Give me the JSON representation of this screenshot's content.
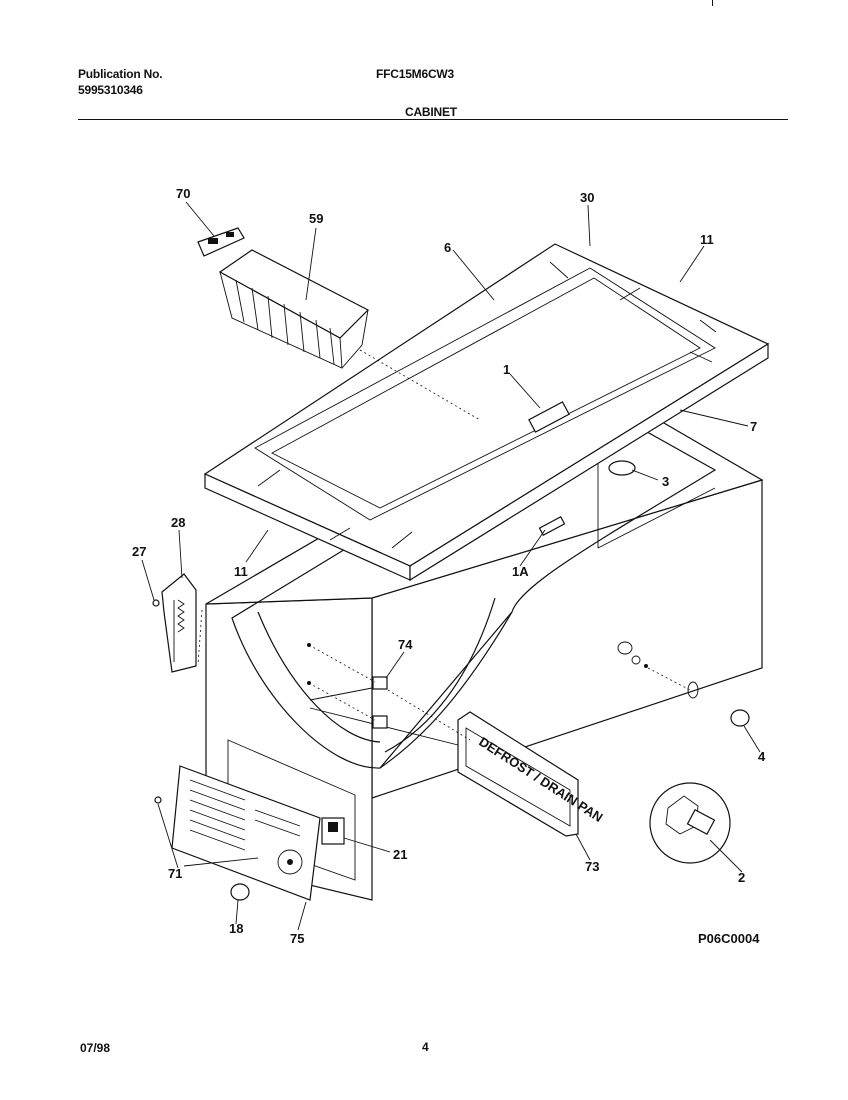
{
  "header": {
    "publication_label": "Publication No.",
    "publication_number": "5995310346",
    "model": "FFC15M6CW3",
    "section": "CABINET"
  },
  "diagram": {
    "figure_code": "P06C0004",
    "callouts": {
      "c70": "70",
      "c59": "59",
      "c6": "6",
      "c30": "30",
      "c11a": "11",
      "c1": "1",
      "c7": "7",
      "c3": "3",
      "c28": "28",
      "c27": "27",
      "c11b": "11",
      "c1A": "1A",
      "c74": "74",
      "c4": "4",
      "c21": "21",
      "c73": "73",
      "c2": "2",
      "c71": "71",
      "c18": "18",
      "c75": "75"
    },
    "drain_label": "DEFROST / DRAIN PAN"
  },
  "footer": {
    "date": "07/98",
    "page": "4"
  }
}
